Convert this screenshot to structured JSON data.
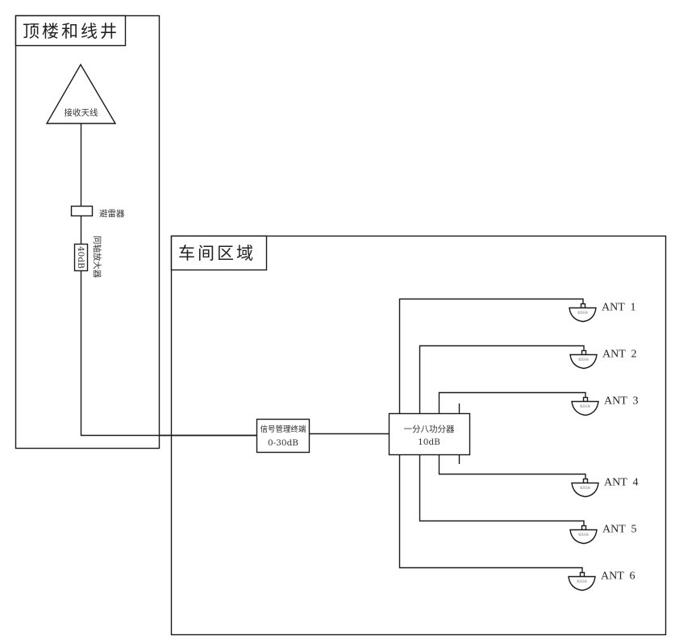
{
  "diagram": {
    "rooftop_zone": {
      "title": "顶楼和线井",
      "receive_antenna": "接收天线",
      "lightning_arrester": "避雷器",
      "coax_amplifier": {
        "name": "同轴放大器",
        "gain": "40dB"
      }
    },
    "workshop_zone": {
      "title": "车间区域",
      "signal_terminal": {
        "name": "信号管理终端",
        "range": "0-30dB"
      },
      "splitter": {
        "name": "一分八功分器",
        "loss": "10dB"
      },
      "antenna_inner_text": "吸顶天线",
      "antennas": [
        {
          "label": "ANT  1"
        },
        {
          "label": "ANT  2"
        },
        {
          "label": "ANT  3"
        },
        {
          "label": "ANT  4"
        },
        {
          "label": "ANT  5"
        },
        {
          "label": "ANT  6"
        }
      ]
    }
  }
}
